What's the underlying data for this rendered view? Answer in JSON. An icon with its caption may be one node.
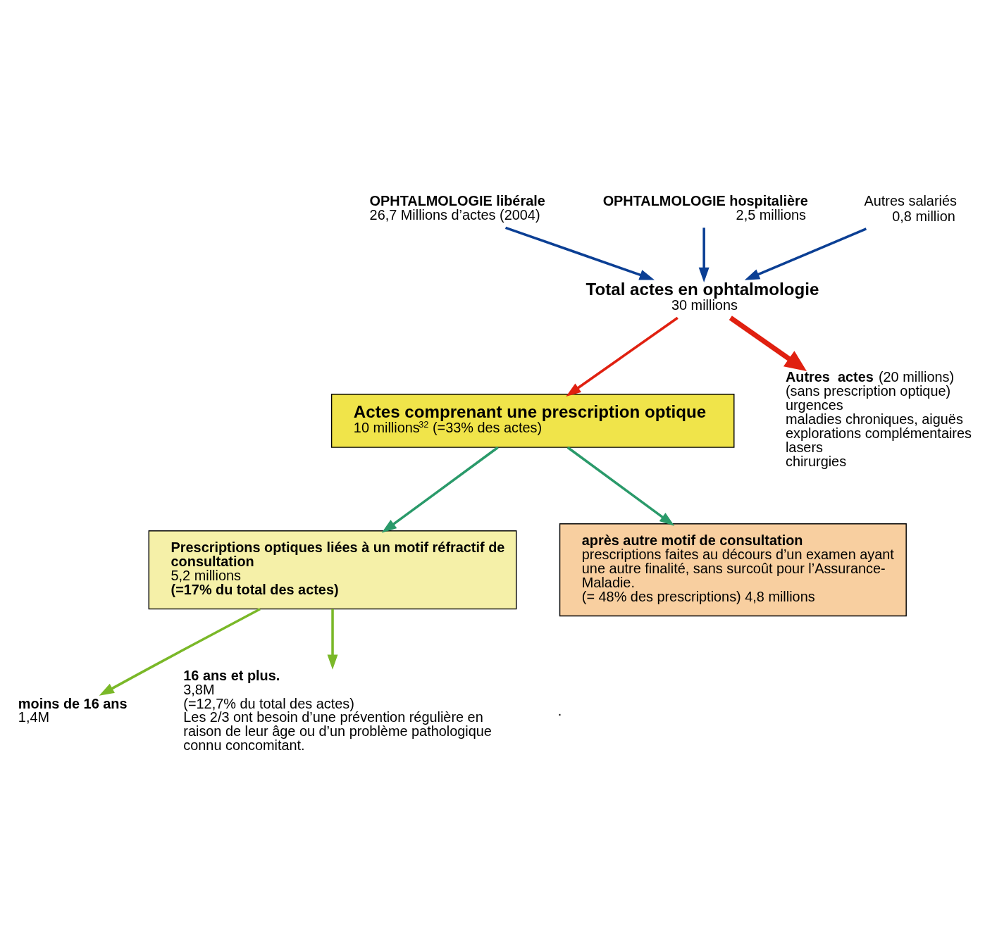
{
  "diagram": {
    "nodes": [
      {
        "text": [
          "OPHTALMOLOGIE libérale",
          "26,7 Millions d’actes (2004)"
        ]
      },
      {
        "text": [
          "OPHTALMOLOGIE hospitalière",
          "2,5 millions"
        ]
      },
      {
        "text": [
          "Autres salariés",
          "0,8 million"
        ]
      },
      {
        "text": [
          "Total actes en ophtalmologie",
          "30 millions"
        ]
      },
      {
        "text": [
          "Actes comprenant une prescription optique",
          "10 millions$^{32}$ (=33% des actes)"
        ]
      },
      {
        "text": [
          "**Autres  actes** (20 millions)",
          "(sans prescription optique)",
          "urgences",
          "maladies chroniques, aiguës",
          "explorations complémentaires",
          "lasers",
          "chirurgies"
        ]
      },
      {
        "text": [
          "Prescriptions optiques liées à un motif réfractif de consultation",
          "5,2 millions",
          "(=17% du total des actes)"
        ]
      },
      {
        "text": [
          "après autre motif de consultation",
          "prescriptions faites au décours d’un examen ayant une autre finalité, sans surcoût pour l’Assurance-Maladie.",
          "(= 48% des prescriptions) 4,8 millions"
        ]
      },
      {
        "text": [
          "moins de 16 ans",
          "1,4M"
        ]
      },
      {
        "text": [
          "16 ans et plus.",
          "3,8M",
          "(=12,7% du total des actes)",
          "Les 2/3 ont besoin d’une prévention régulière en raison de leur âge ou d’un problème pathologique connu concomitant."
        ]
      }
    ],
    "edges": [
      {
        "from": 0,
        "to": 3,
        "arrow": "to",
        "color": "#0b3f94"
      },
      {
        "from": 1,
        "to": 3,
        "arrow": "to",
        "color": "#0b3f94"
      },
      {
        "from": 2,
        "to": 3,
        "arrow": "to",
        "color": "#0b3f94"
      },
      {
        "from": 3,
        "to": 4,
        "arrow": "to",
        "color": "#e02010"
      },
      {
        "from": 3,
        "to": 5,
        "arrow": "to",
        "color": "#e02010",
        "style": "thick"
      },
      {
        "from": 4,
        "to": 6,
        "arrow": "to",
        "color": "#2a9a6a"
      },
      {
        "from": 4,
        "to": 7,
        "arrow": "to",
        "color": "#2a9a6a"
      },
      {
        "from": 6,
        "to": 8,
        "arrow": "to",
        "color": "#7ab828"
      },
      {
        "from": 6,
        "to": 9,
        "arrow": "to",
        "color": "#7ab828"
      }
    ],
    "labels": [
      "."
    ]
  }
}
